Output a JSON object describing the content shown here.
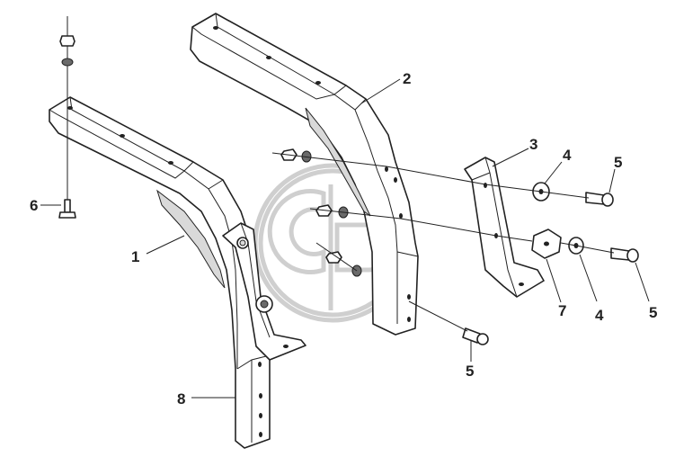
{
  "callouts": [
    {
      "id": "1",
      "text": "1"
    },
    {
      "id": "2",
      "text": "2"
    },
    {
      "id": "3",
      "text": "3"
    },
    {
      "id": "4a",
      "text": "4"
    },
    {
      "id": "4b",
      "text": "4"
    },
    {
      "id": "5a",
      "text": "5"
    },
    {
      "id": "5b",
      "text": "5"
    },
    {
      "id": "5c",
      "text": "5"
    },
    {
      "id": "6",
      "text": "6"
    },
    {
      "id": "7",
      "text": "7"
    },
    {
      "id": "8",
      "text": "8"
    }
  ]
}
